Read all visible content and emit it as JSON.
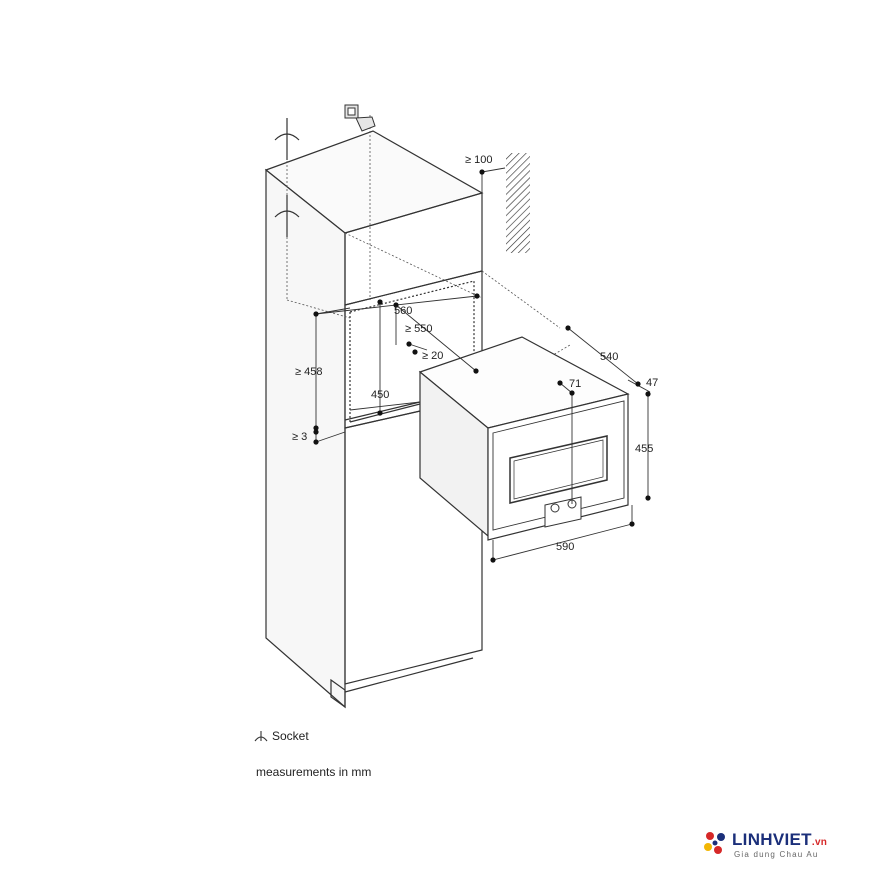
{
  "dimensions": {
    "top_clearance": "≥ 100",
    "niche_width": "560",
    "niche_depth": "≥ 550",
    "gap": "≥ 20",
    "niche_height": "≥ 458",
    "inner_width": "450",
    "bottom_gap": "≥ 3",
    "appliance_depth": "540",
    "front_depth": "47",
    "panel_offset": "71",
    "appliance_height": "455",
    "appliance_width": "590"
  },
  "legend": {
    "socket_label": "Socket",
    "units_note": "measurements in mm"
  },
  "brand": {
    "name": "LINHVIET",
    "tld": ".vn",
    "tagline": "Gia dung Chau Au"
  },
  "colors": {
    "line": "#333333",
    "brand_blue": "#1b2f7a",
    "brand_red": "#d62828",
    "brand_yellow": "#f2b705"
  }
}
